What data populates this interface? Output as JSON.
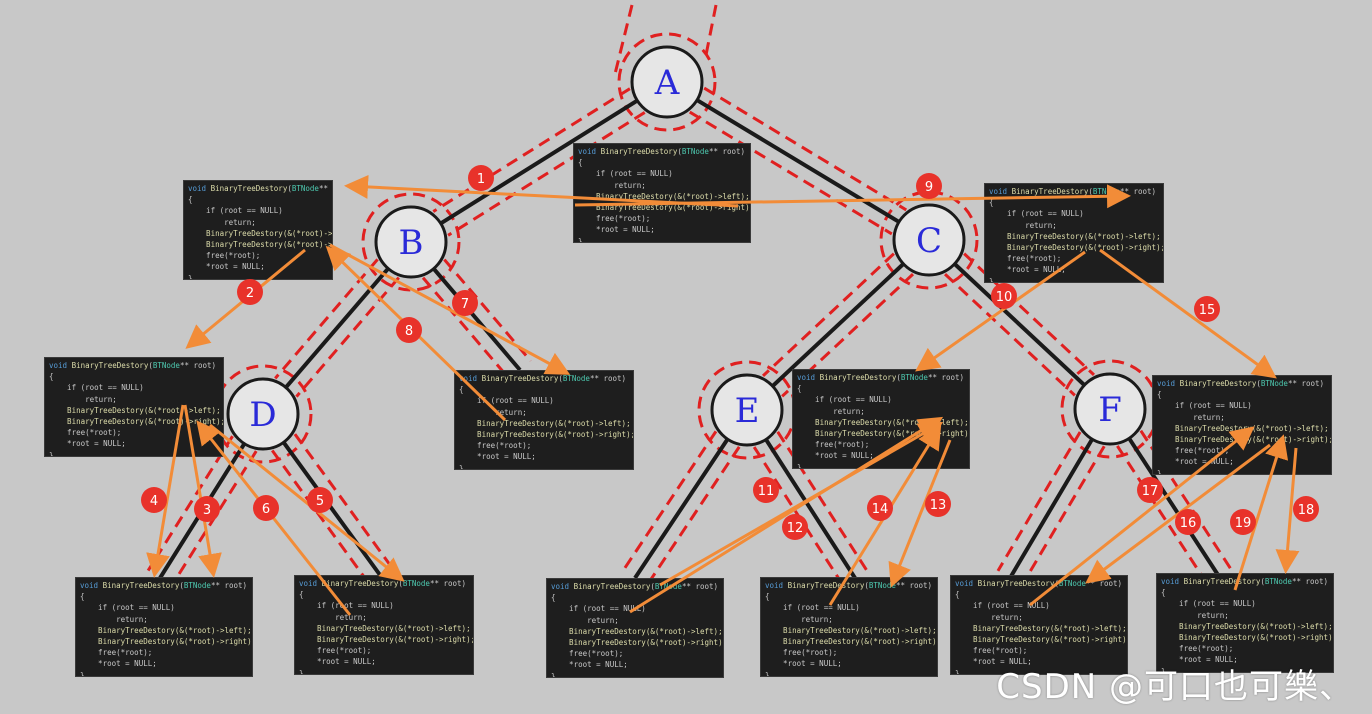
{
  "nodes": [
    "A",
    "B",
    "C",
    "D",
    "E",
    "F"
  ],
  "code": {
    "sig_void": "void",
    "sig_fn": "BinaryTreeDestory",
    "sig_type": "BTNode",
    "sig_rest": "** root)",
    "brace_open": "{",
    "if_line": "if (root == NULL)",
    "return_line": "return;",
    "left_line": "BinaryTreeDestory(&(*root)->left);",
    "right_line": "BinaryTreeDestory(&(*root)->right);",
    "free_line": "free(*root);",
    "null_line": "*root = NULL;",
    "brace_close": "}"
  },
  "steps": [
    "1",
    "2",
    "3",
    "4",
    "5",
    "6",
    "7",
    "8",
    "9",
    "10",
    "11",
    "12",
    "13",
    "14",
    "15",
    "16",
    "17",
    "18",
    "19"
  ],
  "watermark": "CSDN @可口也可樂、",
  "colors": {
    "arrow": "#f28c38",
    "badge": "#e8322a",
    "dash": "#e02020",
    "node_text": "#2a2ad8"
  }
}
